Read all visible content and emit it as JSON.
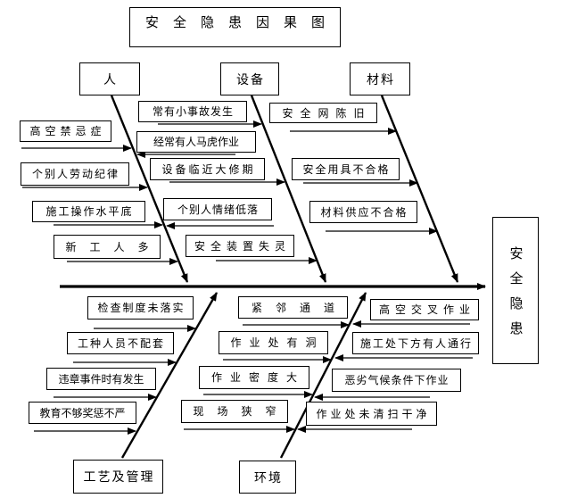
{
  "title": "安全隐患因果图",
  "effect": {
    "label": "安全隐患"
  },
  "categories": {
    "person": "人",
    "equipment": "设备",
    "material": "材料",
    "management": "工艺及管理",
    "environment": "环境"
  },
  "causes": {
    "person": [
      "高空禁忌症",
      "个别人劳动纪律",
      "施工操作水平底",
      "新工人多"
    ],
    "middle": [
      "常有小事故发生",
      "经常有人马虎作业",
      "设备临近大修期",
      "个别人情绪低落",
      "安全装置失灵"
    ],
    "material": [
      "安全网陈旧",
      "安全用具不合格",
      "材料供应不合格"
    ],
    "management": [
      "检查制度未落实",
      "工种人员不配套",
      "违章事件时有发生",
      "教育不够奖惩不严"
    ],
    "environment_left": [
      "紧邻通道",
      "作业处有洞",
      "作业密度大",
      "现场狭窄"
    ],
    "environment_right": [
      "高空交叉作业",
      "施工处下方有人通行",
      "恶劣气候条件下作业",
      "作业处未清扫干净"
    ]
  },
  "colors": {
    "line": "#000000",
    "box_border": "#000000",
    "background": "#ffffff",
    "spellcheck_underline": "#2faf2f"
  }
}
